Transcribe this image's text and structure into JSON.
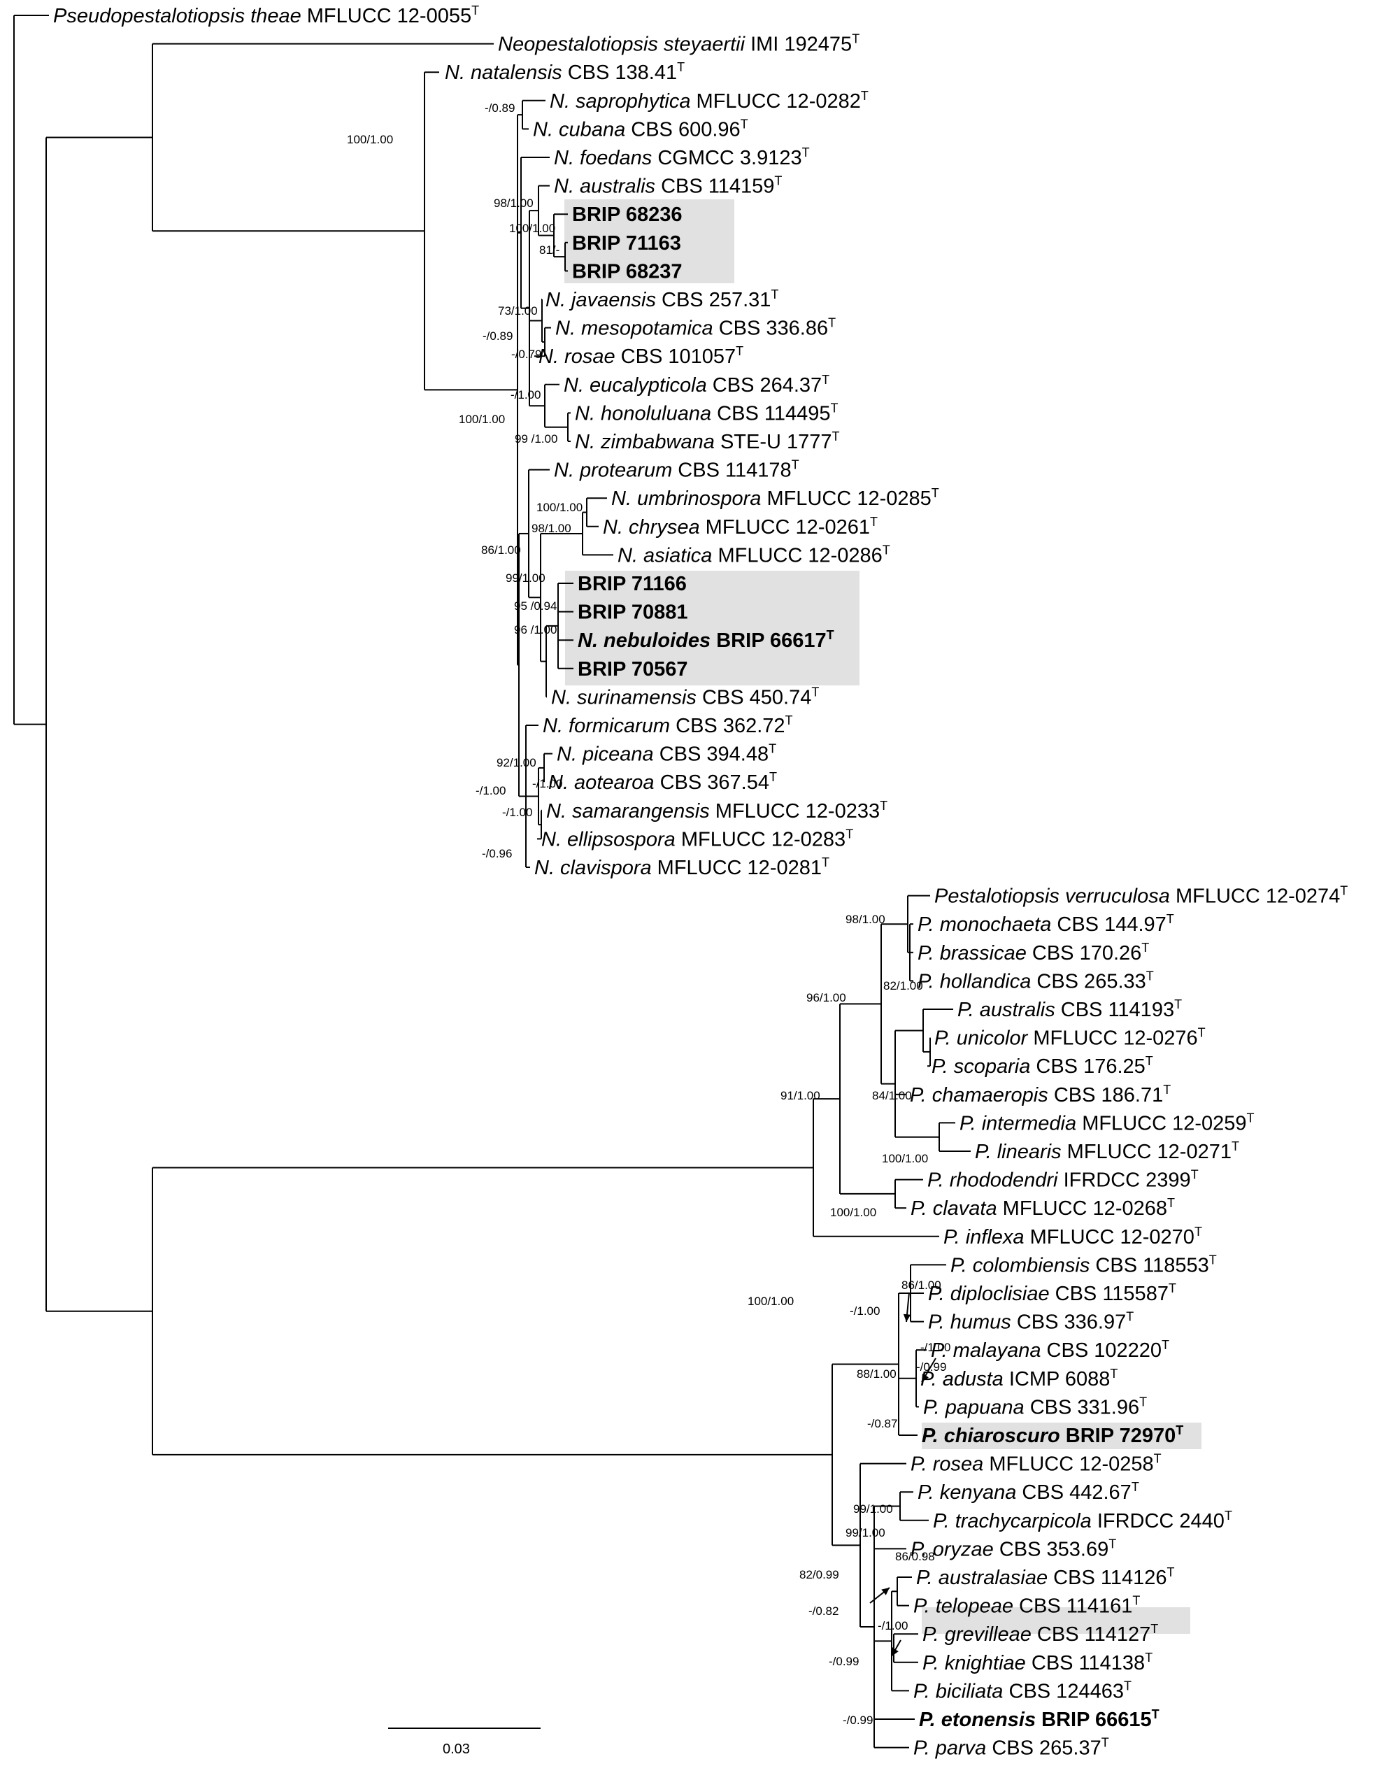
{
  "highlight_color": "#e1e1e1",
  "line_color": "#000000",
  "taxa": [
    {
      "id": "t01",
      "genus": "Pseudopestalotiopsis",
      "epithet": "theae",
      "strain": "MFLUCC 12-0055",
      "type": "T"
    },
    {
      "id": "t02",
      "genus": "Neopestalotiopsis",
      "epithet": "steyaertii",
      "strain": "IMI 192475",
      "type": "T"
    },
    {
      "id": "t03",
      "genus": "N.",
      "epithet": "natalensis",
      "strain": "CBS 138.41",
      "type": "T"
    },
    {
      "id": "t04",
      "genus": "N.",
      "epithet": "saprophytica",
      "strain": "MFLUCC 12-0282",
      "type": "T"
    },
    {
      "id": "t05",
      "genus": "N.",
      "epithet": "cubana",
      "strain": "CBS 600.96",
      "type": "T"
    },
    {
      "id": "t06",
      "genus": "N.",
      "epithet": "foedans",
      "strain": "CGMCC 3.9123",
      "type": "T"
    },
    {
      "id": "t07",
      "genus": "N.",
      "epithet": "australis",
      "strain": "CBS 114159",
      "type": "T"
    },
    {
      "id": "t08",
      "genus": "",
      "epithet": "",
      "strain": "BRIP 68236",
      "type": "",
      "bold": true
    },
    {
      "id": "t09",
      "genus": "",
      "epithet": "",
      "strain": "BRIP 71163",
      "type": "",
      "bold": true
    },
    {
      "id": "t10",
      "genus": "",
      "epithet": "",
      "strain": "BRIP 68237",
      "type": "",
      "bold": true
    },
    {
      "id": "t11",
      "genus": "N.",
      "epithet": "javaensis",
      "strain": "CBS 257.31",
      "type": "T"
    },
    {
      "id": "t12",
      "genus": "N.",
      "epithet": "mesopotamica",
      "strain": "CBS 336.86",
      "type": "T"
    },
    {
      "id": "t13",
      "genus": "N.",
      "epithet": "rosae",
      "strain": "CBS 101057",
      "type": "T"
    },
    {
      "id": "t14",
      "genus": "N.",
      "epithet": "eucalypticola",
      "strain": "CBS 264.37",
      "type": "T"
    },
    {
      "id": "t15",
      "genus": "N.",
      "epithet": "honoluluana",
      "strain": "CBS 114495",
      "type": "T"
    },
    {
      "id": "t16",
      "genus": "N.",
      "epithet": "zimbabwana",
      "strain": "STE-U 1777",
      "type": "T"
    },
    {
      "id": "t17",
      "genus": "N.",
      "epithet": "protearum",
      "strain": "CBS 114178",
      "type": "T"
    },
    {
      "id": "t18",
      "genus": "N.",
      "epithet": "umbrinospora",
      "strain": "MFLUCC 12-0285",
      "type": "T"
    },
    {
      "id": "t19",
      "genus": "N.",
      "epithet": "chrysea",
      "strain": "MFLUCC 12-0261",
      "type": "T"
    },
    {
      "id": "t20",
      "genus": "N.",
      "epithet": "asiatica",
      "strain": "MFLUCC 12-0286",
      "type": "T"
    },
    {
      "id": "t21",
      "genus": "",
      "epithet": "",
      "strain": "BRIP 71166",
      "type": "",
      "bold": true
    },
    {
      "id": "t22",
      "genus": "",
      "epithet": "",
      "strain": "BRIP 70881",
      "type": "",
      "bold": true
    },
    {
      "id": "t23",
      "genus": "N.",
      "epithet": "nebuloides",
      "strain": "BRIP 66617",
      "type": "T",
      "bold": true
    },
    {
      "id": "t24",
      "genus": "",
      "epithet": "",
      "strain": "BRIP 70567",
      "type": "",
      "bold": true
    },
    {
      "id": "t25",
      "genus": "N.",
      "epithet": "surinamensis",
      "strain": "CBS 450.74",
      "type": "T"
    },
    {
      "id": "t26",
      "genus": "N.",
      "epithet": "formicarum",
      "strain": "CBS 362.72",
      "type": "T"
    },
    {
      "id": "t27",
      "genus": "N.",
      "epithet": "piceana",
      "strain": "CBS 394.48",
      "type": "T"
    },
    {
      "id": "t28",
      "genus": "N.",
      "epithet": "aotearoa",
      "strain": "CBS 367.54",
      "type": "T"
    },
    {
      "id": "t29",
      "genus": "N.",
      "epithet": "samarangensis",
      "strain": "MFLUCC 12-0233",
      "type": "T"
    },
    {
      "id": "t30",
      "genus": "N.",
      "epithet": "ellipsospora",
      "strain": "MFLUCC 12-0283",
      "type": "T"
    },
    {
      "id": "t31",
      "genus": "N.",
      "epithet": "clavispora",
      "strain": "MFLUCC 12-0281",
      "type": "T"
    },
    {
      "id": "t32",
      "genus": "Pestalotiopsis",
      "epithet": "verruculosa",
      "strain": "MFLUCC 12-0274",
      "type": "T"
    },
    {
      "id": "t33",
      "genus": "P.",
      "epithet": "monochaeta",
      "strain": "CBS 144.97",
      "type": "T"
    },
    {
      "id": "t34",
      "genus": "P.",
      "epithet": "brassicae",
      "strain": "CBS 170.26",
      "type": "T"
    },
    {
      "id": "t35",
      "genus": "P.",
      "epithet": "hollandica",
      "strain": "CBS 265.33",
      "type": "T"
    },
    {
      "id": "t36",
      "genus": "P.",
      "epithet": "australis",
      "strain": "CBS 114193",
      "type": "T"
    },
    {
      "id": "t37",
      "genus": "P.",
      "epithet": "unicolor",
      "strain": "MFLUCC 12-0276",
      "type": "T"
    },
    {
      "id": "t38",
      "genus": "P.",
      "epithet": "scoparia",
      "strain": "CBS 176.25",
      "type": "T"
    },
    {
      "id": "t39",
      "genus": "P.",
      "epithet": "chamaeropis",
      "strain": "CBS 186.71",
      "type": "T"
    },
    {
      "id": "t40",
      "genus": "P.",
      "epithet": "intermedia",
      "strain": "MFLUCC 12-0259",
      "type": "T"
    },
    {
      "id": "t41",
      "genus": "P.",
      "epithet": "linearis",
      "strain": "MFLUCC 12-0271",
      "type": "T"
    },
    {
      "id": "t42",
      "genus": "P.",
      "epithet": "rhododendri",
      "strain": "IFRDCC 2399",
      "type": "T"
    },
    {
      "id": "t43",
      "genus": "P.",
      "epithet": "clavata",
      "strain": "MFLUCC 12-0268",
      "type": "T"
    },
    {
      "id": "t44",
      "genus": "P.",
      "epithet": "inflexa",
      "strain": "MFLUCC 12-0270",
      "type": "T"
    },
    {
      "id": "t45",
      "genus": "P.",
      "epithet": "colombiensis",
      "strain": "CBS 118553",
      "type": "T"
    },
    {
      "id": "t46",
      "genus": "P.",
      "epithet": "diploclisiae",
      "strain": "CBS 115587",
      "type": "T"
    },
    {
      "id": "t47",
      "genus": "P.",
      "epithet": "humus",
      "strain": "CBS 336.97",
      "type": "T"
    },
    {
      "id": "t48",
      "genus": "P.",
      "epithet": "malayana",
      "strain": "CBS 102220",
      "type": "T"
    },
    {
      "id": "t49",
      "genus": "P.",
      "epithet": "adusta",
      "strain": "ICMP 6088",
      "type": "T"
    },
    {
      "id": "t50",
      "genus": "P.",
      "epithet": "papuana",
      "strain": "CBS 331.96",
      "type": "T"
    },
    {
      "id": "t51",
      "genus": "P.",
      "epithet": "chiaroscuro",
      "strain": "BRIP 72970",
      "type": "T",
      "bold": true
    },
    {
      "id": "t52",
      "genus": "P.",
      "epithet": "rosea",
      "strain": "MFLUCC 12-0258",
      "type": "T"
    },
    {
      "id": "t53",
      "genus": "P.",
      "epithet": "kenyana",
      "strain": "CBS 442.67",
      "type": "T"
    },
    {
      "id": "t54",
      "genus": "P.",
      "epithet": "trachycarpicola",
      "strain": "IFRDCC 2440",
      "type": "T"
    },
    {
      "id": "t55",
      "genus": "P.",
      "epithet": "oryzae",
      "strain": "CBS 353.69",
      "type": "T"
    },
    {
      "id": "t56",
      "genus": "P.",
      "epithet": "australasiae",
      "strain": "CBS 114126",
      "type": "T"
    },
    {
      "id": "t57",
      "genus": "P.",
      "epithet": "telopeae",
      "strain": "CBS 114161",
      "type": "T"
    },
    {
      "id": "t58",
      "genus": "P.",
      "epithet": "grevilleae",
      "strain": "CBS 114127",
      "type": "T"
    },
    {
      "id": "t59",
      "genus": "P.",
      "epithet": "knightiae",
      "strain": "CBS 114138",
      "type": "T"
    },
    {
      "id": "t60",
      "genus": "P.",
      "epithet": "biciliata",
      "strain": "CBS 124463",
      "type": "T"
    },
    {
      "id": "t61",
      "genus": "P.",
      "epithet": "etonensis",
      "strain": "BRIP 66615",
      "type": "T",
      "bold": true
    },
    {
      "id": "t62",
      "genus": "P.",
      "epithet": "parva",
      "strain": "CBS 265.37",
      "type": "T"
    }
  ],
  "support_values": [
    {
      "id": "s01",
      "text": "100/1.00"
    },
    {
      "id": "s02",
      "text": "-/0.89"
    },
    {
      "id": "s03",
      "text": "98/1.00"
    },
    {
      "id": "s04",
      "text": "100/1.00"
    },
    {
      "id": "s05",
      "text": "81/-"
    },
    {
      "id": "s06",
      "text": "73/1.00"
    },
    {
      "id": "s07",
      "text": "-/0.89"
    },
    {
      "id": "s08",
      "text": "-/0.79"
    },
    {
      "id": "s09",
      "text": "-/1.00"
    },
    {
      "id": "s10",
      "text": "100/1.00"
    },
    {
      "id": "s11",
      "text": "99 /1.00"
    },
    {
      "id": "s12",
      "text": "100/1.00"
    },
    {
      "id": "s13",
      "text": "98/1.00"
    },
    {
      "id": "s14",
      "text": "86/1.00"
    },
    {
      "id": "s15",
      "text": "99/1.00"
    },
    {
      "id": "s16",
      "text": "95 /0.94"
    },
    {
      "id": "s17",
      "text": "96 /1.00"
    },
    {
      "id": "s18",
      "text": "92/1.00"
    },
    {
      "id": "s19",
      "text": "-/1.00"
    },
    {
      "id": "s20",
      "text": "-/1.00"
    },
    {
      "id": "s21",
      "text": "-/1.00"
    },
    {
      "id": "s22",
      "text": "-/0.96"
    },
    {
      "id": "s23",
      "text": "98/1.00"
    },
    {
      "id": "s24",
      "text": "82/1.00"
    },
    {
      "id": "s25",
      "text": "96/1.00"
    },
    {
      "id": "s26",
      "text": "91/1.00"
    },
    {
      "id": "s27",
      "text": "84/1.00"
    },
    {
      "id": "s28",
      "text": "100/1.00"
    },
    {
      "id": "s29",
      "text": "100/1.00"
    },
    {
      "id": "s30",
      "text": "100/1.00"
    },
    {
      "id": "s31",
      "text": "86/1.00"
    },
    {
      "id": "s32",
      "text": "-/1.00"
    },
    {
      "id": "s33",
      "text": "-/1.00"
    },
    {
      "id": "s34",
      "text": "-/0.99"
    },
    {
      "id": "s35",
      "text": "88/1.00"
    },
    {
      "id": "s36",
      "text": "-/0.87"
    },
    {
      "id": "s37",
      "text": "99/1.00"
    },
    {
      "id": "s38",
      "text": "99/1.00"
    },
    {
      "id": "s39",
      "text": "86/0.98"
    },
    {
      "id": "s40",
      "text": "82/0.99"
    },
    {
      "id": "s41",
      "text": "-/0.82"
    },
    {
      "id": "s42",
      "text": "-/1.00"
    },
    {
      "id": "s43",
      "text": "-/0.99"
    },
    {
      "id": "s44",
      "text": "-/0.99"
    }
  ],
  "scale_bar": {
    "label": "0.03"
  }
}
